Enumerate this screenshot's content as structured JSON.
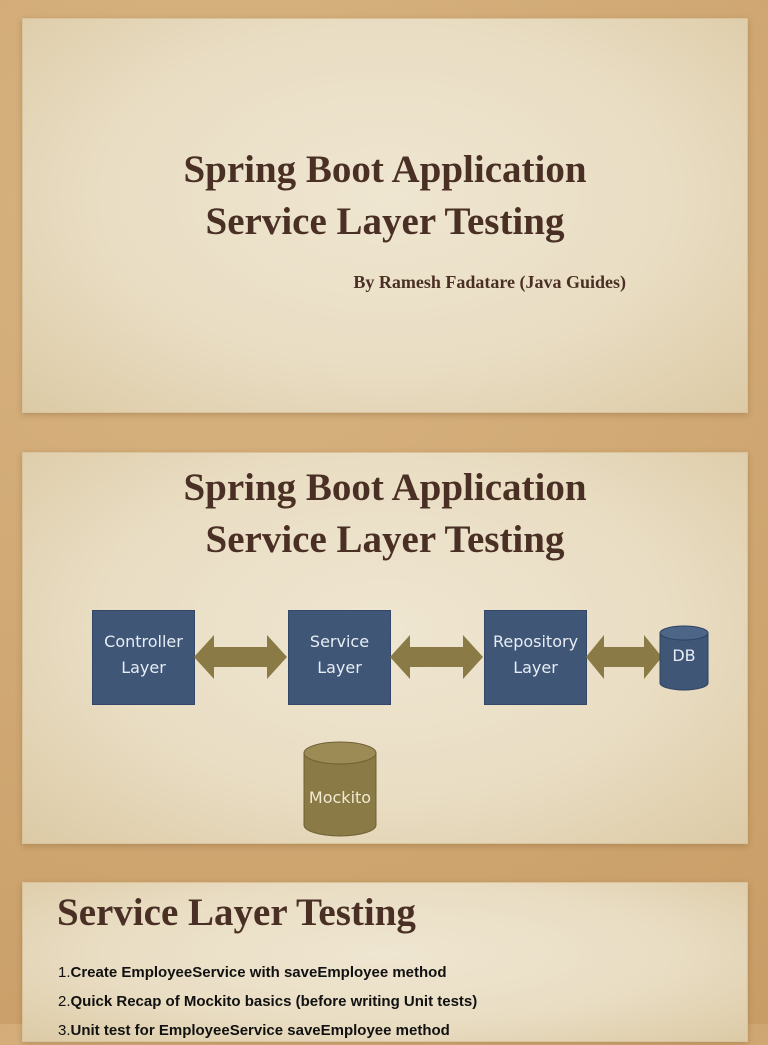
{
  "slide1": {
    "title_line1": "Spring Boot Application",
    "title_line2": "Service Layer Testing",
    "byline": "By Ramesh Fadatare (Java Guides)"
  },
  "slide2": {
    "title_line1": "Spring Boot Application",
    "title_line2": "Service Layer Testing",
    "diagram": {
      "boxes": [
        {
          "line1": "Controller",
          "line2": "Layer"
        },
        {
          "line1": "Service",
          "line2": "Layer"
        },
        {
          "line1": "Repository",
          "line2": "Layer"
        }
      ],
      "db_label": "DB",
      "mockito_label": "Mockito",
      "colors": {
        "box": "#3f5677",
        "arrow": "#8a7a45",
        "mockito": "#8a7a45"
      }
    }
  },
  "slide3": {
    "heading": "Service Layer Testing",
    "steps": [
      {
        "num": "1.",
        "text": "Create EmployeeService with saveEmployee method"
      },
      {
        "num": "2.",
        "text": "Quick Recap of Mockito basics (before writing Unit tests)"
      },
      {
        "num": "3.",
        "text": "Unit test for EmployeeService saveEmployee method"
      }
    ]
  }
}
